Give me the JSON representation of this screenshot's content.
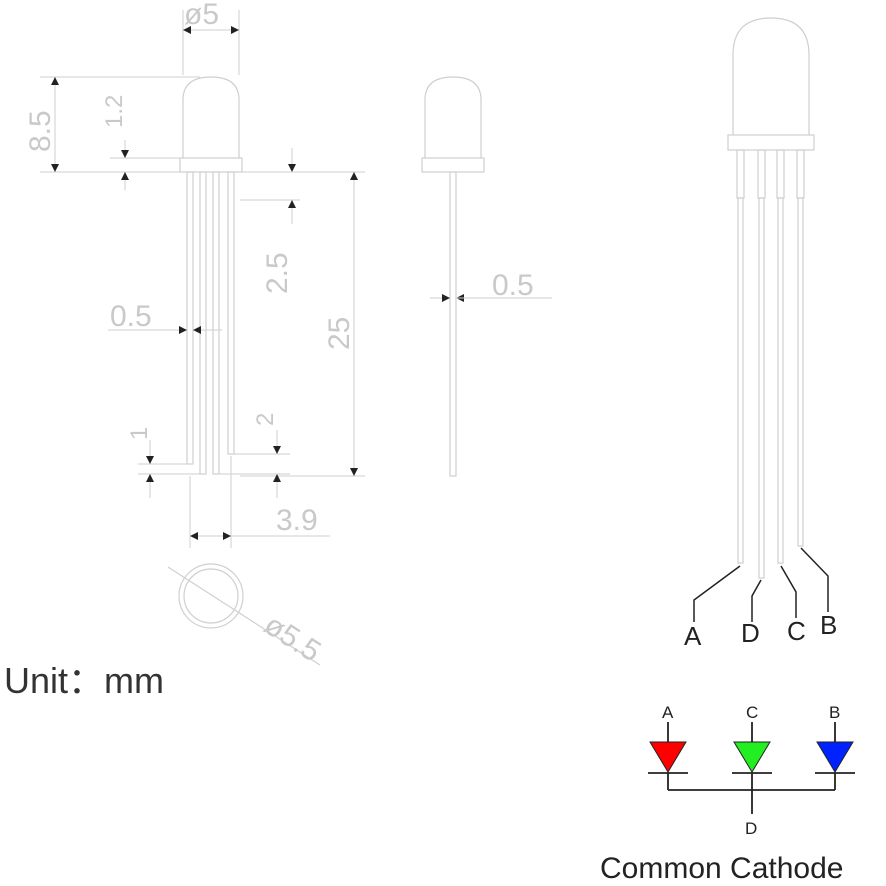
{
  "dimensions": {
    "lens_diameter": "ø5",
    "total_height": "8.5",
    "flange_height": "1.2",
    "lead_section": "2.5",
    "lead_length": "25",
    "lead_width": "0.5",
    "lead_thickness": "0.5",
    "lead_offset_left": "1",
    "lead_offset_right": "2",
    "lead_span": "3.9",
    "flange_diameter": "ø5.5"
  },
  "unit_label": "Unit：mm",
  "pins": {
    "a": "A",
    "d": "D",
    "c": "C",
    "b": "B"
  },
  "schematic": {
    "labels": {
      "a": "A",
      "c": "C",
      "b": "B",
      "d": "D"
    },
    "colors": {
      "red": "#ff0000",
      "green": "#22ee22",
      "blue": "#0022ff"
    }
  },
  "caption": "Common Cathode"
}
